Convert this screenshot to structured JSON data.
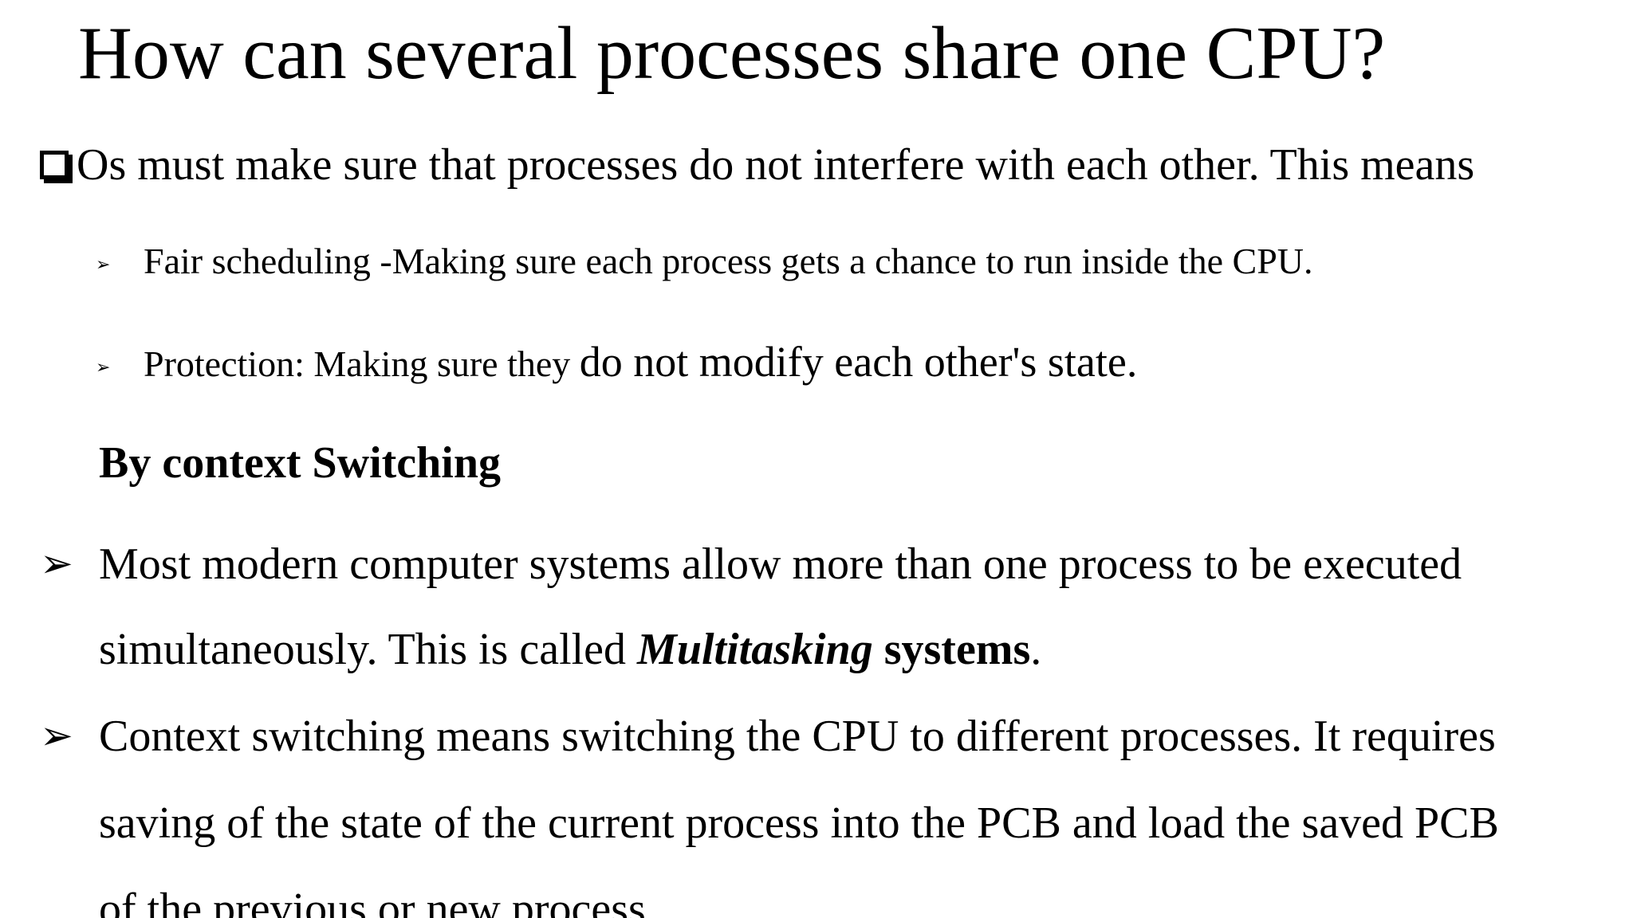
{
  "slide": {
    "title": "How can several processes share one CPU?",
    "intro": {
      "bullet_icon": "hollow-square-bullet",
      "text": "Os must make sure that processes do not interfere with each other. This means"
    },
    "sub_points": [
      {
        "bullet_icon": "arrowhead-bullet",
        "text": "Fair scheduling -Making sure each process gets a chance to run inside the CPU."
      },
      {
        "bullet_icon": "arrowhead-bullet",
        "text_small": "Protection: Making sure they ",
        "text_large": "do not modify each other's state."
      }
    ],
    "heading": "By context Switching",
    "points": [
      {
        "bullet_icon": "arrowhead-bullet",
        "line1": "Most modern computer systems allow more than one process to be executed",
        "line2_prefix": "simultaneously. This is called ",
        "line2_italic_bold": "Multitasking",
        "line2_bold": " systems",
        "line2_suffix": "."
      },
      {
        "bullet_icon": "arrowhead-bullet",
        "line1": "Context switching means switching the CPU to different processes. It requires",
        "line2": "saving of the state of the current process into the PCB and load the saved PCB",
        "line3": "of the previous or new process."
      }
    ]
  }
}
